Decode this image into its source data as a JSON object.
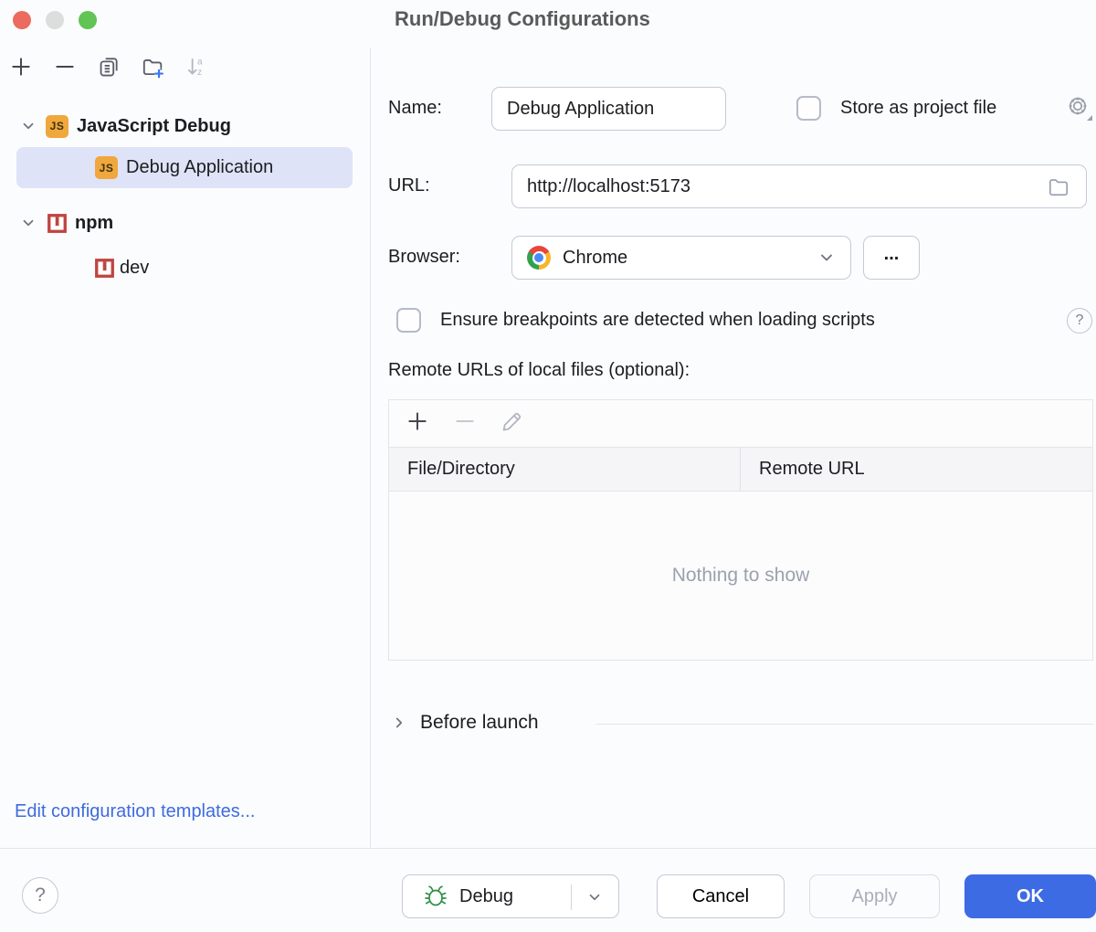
{
  "window_title": "Run/Debug Configurations",
  "sidebar": {
    "toolbar_icons": [
      "add",
      "remove",
      "copy-configuration",
      "new-folder",
      "sort-configurations"
    ],
    "tree": {
      "items": [
        {
          "label": "JavaScript Debug",
          "type": "javascript",
          "expanded": true,
          "bold": true
        },
        {
          "label": "Debug Application",
          "type": "javascript",
          "selected": true
        },
        {
          "label": "npm",
          "type": "npm",
          "expanded": true,
          "bold": true
        },
        {
          "label": "dev",
          "type": "npm"
        }
      ]
    },
    "edit_templates_link": "Edit configuration templates..."
  },
  "form": {
    "name": {
      "label": "Name:",
      "value": "Debug Application"
    },
    "store_as_project_file": {
      "label": "Store as project file",
      "checked": false
    },
    "url": {
      "label": "URL:",
      "value": "http://localhost:5173"
    },
    "browser": {
      "label": "Browser:",
      "value": "Chrome",
      "more_button": "..."
    },
    "breakpoints": {
      "label": "Ensure breakpoints are detected when loading scripts",
      "checked": false,
      "help": "?"
    },
    "remote_urls_label": "Remote URLs of local files (optional):",
    "table": {
      "toolbar_icons": [
        "add",
        "remove",
        "edit"
      ],
      "columns": [
        "File/Directory",
        "Remote URL"
      ],
      "rows": [],
      "empty_text": "Nothing to show"
    },
    "before_launch": {
      "label": "Before launch",
      "collapsed": true
    }
  },
  "footer": {
    "help": "?",
    "debug": "Debug",
    "cancel": "Cancel",
    "apply": "Apply",
    "ok": "OK"
  },
  "colors": {
    "accent_blue": "#3d6be3",
    "link_blue": "#3e6be0",
    "selection_bg": "#dfe3f8",
    "js_icon_bg": "#f0a73c",
    "npm_red": "#bf4540",
    "debug_green": "#2e8f44",
    "title_gray": "#5a5a5a",
    "empty_text_gray": "#9ba1ad"
  }
}
